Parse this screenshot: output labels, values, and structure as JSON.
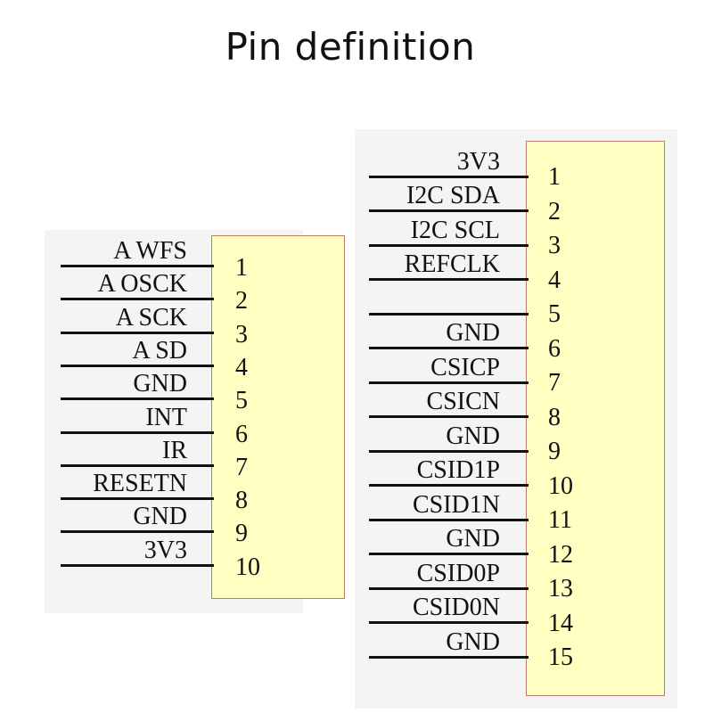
{
  "title": "Pin definition",
  "colors": {
    "chip_fill": "#ffffc2",
    "chip_border": "#c07a6a",
    "wire": "#111111",
    "panel_bg": "#f4f4f4"
  },
  "connectors": [
    {
      "name": "left",
      "pins": [
        {
          "num": "1",
          "label": "A  WFS"
        },
        {
          "num": "2",
          "label": "A  OSCK"
        },
        {
          "num": "3",
          "label": "A  SCK"
        },
        {
          "num": "4",
          "label": "A  SD"
        },
        {
          "num": "5",
          "label": "GND"
        },
        {
          "num": "6",
          "label": "INT"
        },
        {
          "num": "7",
          "label": "IR"
        },
        {
          "num": "8",
          "label": "RESETN"
        },
        {
          "num": "9",
          "label": "GND"
        },
        {
          "num": "10",
          "label": "3V3"
        }
      ]
    },
    {
      "name": "right",
      "pins": [
        {
          "num": "1",
          "label": "3V3"
        },
        {
          "num": "2",
          "label": "I2C  SDA"
        },
        {
          "num": "3",
          "label": "I2C  SCL"
        },
        {
          "num": "4",
          "label": "REFCLK"
        },
        {
          "num": "5",
          "label": ""
        },
        {
          "num": "6",
          "label": "GND"
        },
        {
          "num": "7",
          "label": "CSICP"
        },
        {
          "num": "8",
          "label": "CSICN"
        },
        {
          "num": "9",
          "label": "GND"
        },
        {
          "num": "10",
          "label": "CSID1P"
        },
        {
          "num": "11",
          "label": "CSID1N"
        },
        {
          "num": "12",
          "label": "GND"
        },
        {
          "num": "13",
          "label": "CSID0P"
        },
        {
          "num": "14",
          "label": "CSID0N"
        },
        {
          "num": "15",
          "label": "GND"
        }
      ]
    }
  ]
}
